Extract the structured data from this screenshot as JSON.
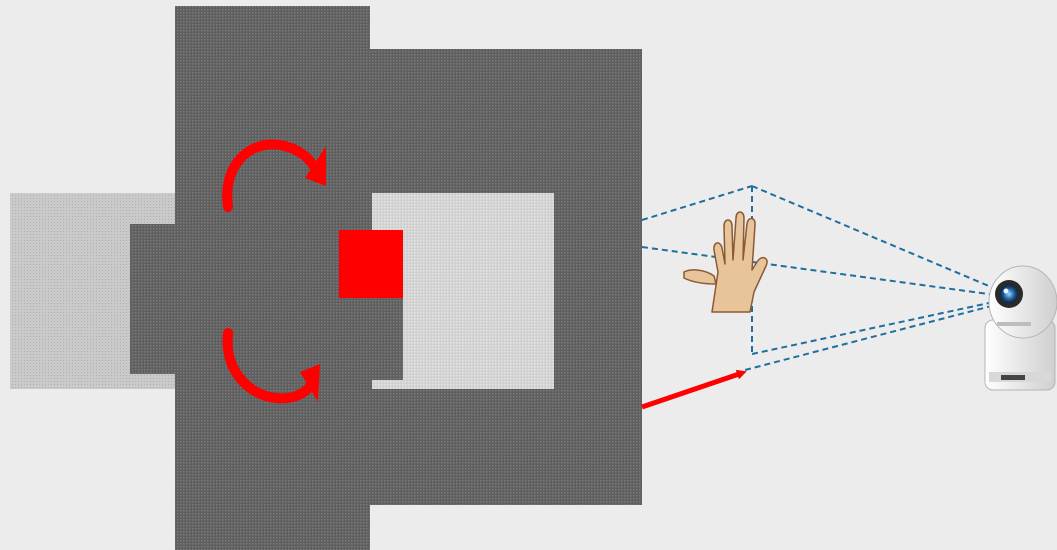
{
  "diagram": {
    "type": "camera-gesture-projection",
    "title": "",
    "elements": [
      {
        "id": "device-back-panel",
        "shape": "rect",
        "pattern": "fine-grid"
      },
      {
        "id": "device-tall-block",
        "shape": "rect",
        "pattern": "dark-grid"
      },
      {
        "id": "device-right-block",
        "shape": "rect",
        "pattern": "dark-grid"
      },
      {
        "id": "device-window",
        "shape": "rect",
        "pattern": "light-grid"
      },
      {
        "id": "device-left-tab",
        "shape": "rect",
        "pattern": "dark-grid"
      },
      {
        "id": "device-center-tab",
        "shape": "rect",
        "pattern": "dark-grid"
      },
      {
        "id": "indicator-square",
        "shape": "rect"
      },
      {
        "id": "rotate-arrow-up",
        "shape": "curved-arrow"
      },
      {
        "id": "rotate-arrow-down",
        "shape": "curved-arrow"
      },
      {
        "id": "pointing-arrow",
        "shape": "straight-arrow"
      },
      {
        "id": "hand",
        "shape": "icon"
      },
      {
        "id": "camera",
        "shape": "icon"
      },
      {
        "id": "view-frustum",
        "shape": "dashed-lines"
      }
    ]
  },
  "colors": {
    "background": "#ececec",
    "device": "#6a6a6a",
    "device_light": "#cfcfcf",
    "accent": "#ff0000",
    "frustum": "#1f6e9e",
    "skin": "#e8c49a"
  },
  "icons": {
    "hand": "raised-hand-icon",
    "camera": "ptz-camera-icon"
  }
}
